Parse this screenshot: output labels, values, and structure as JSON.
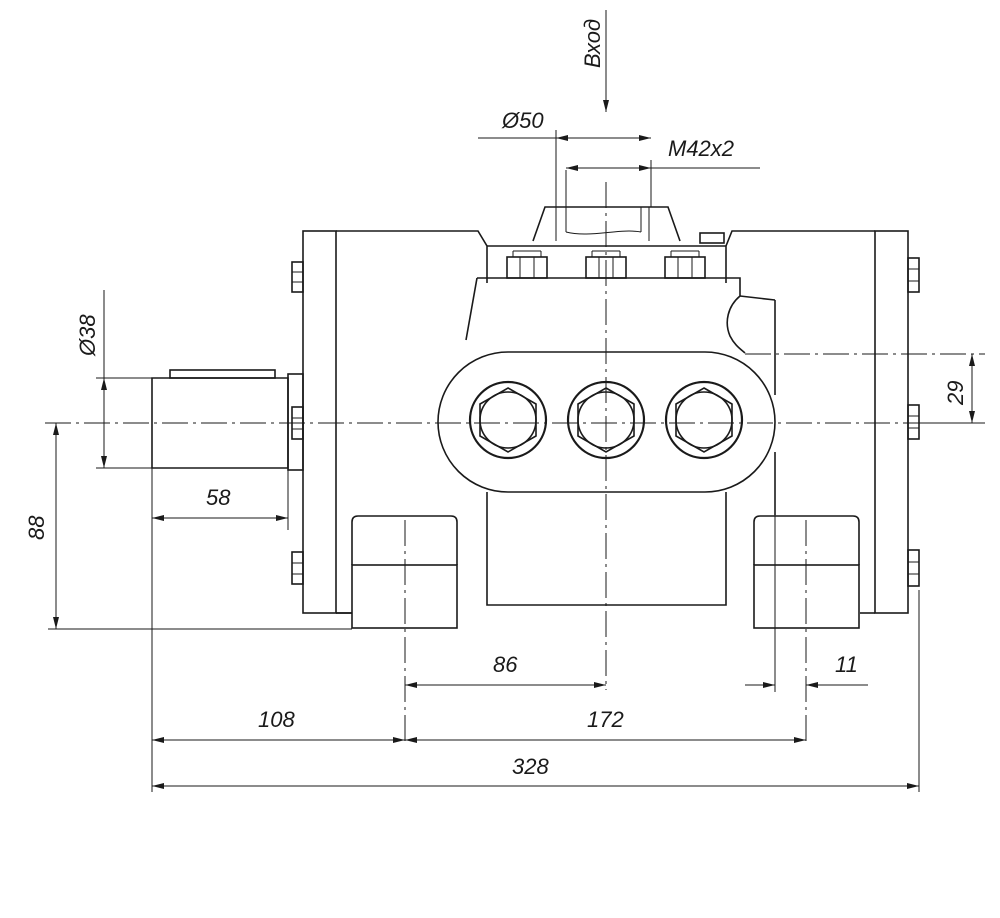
{
  "labels": {
    "inlet": "Вход",
    "diameter_inlet": "Ø50",
    "thread": "M42x2",
    "diameter_shaft": "Ø38",
    "dim_shaft_length": "58",
    "dim_height": "88",
    "dim_offset_right": "29",
    "dim_86": "86",
    "dim_11": "11",
    "dim_108": "108",
    "dim_172": "172",
    "dim_328": "328"
  }
}
